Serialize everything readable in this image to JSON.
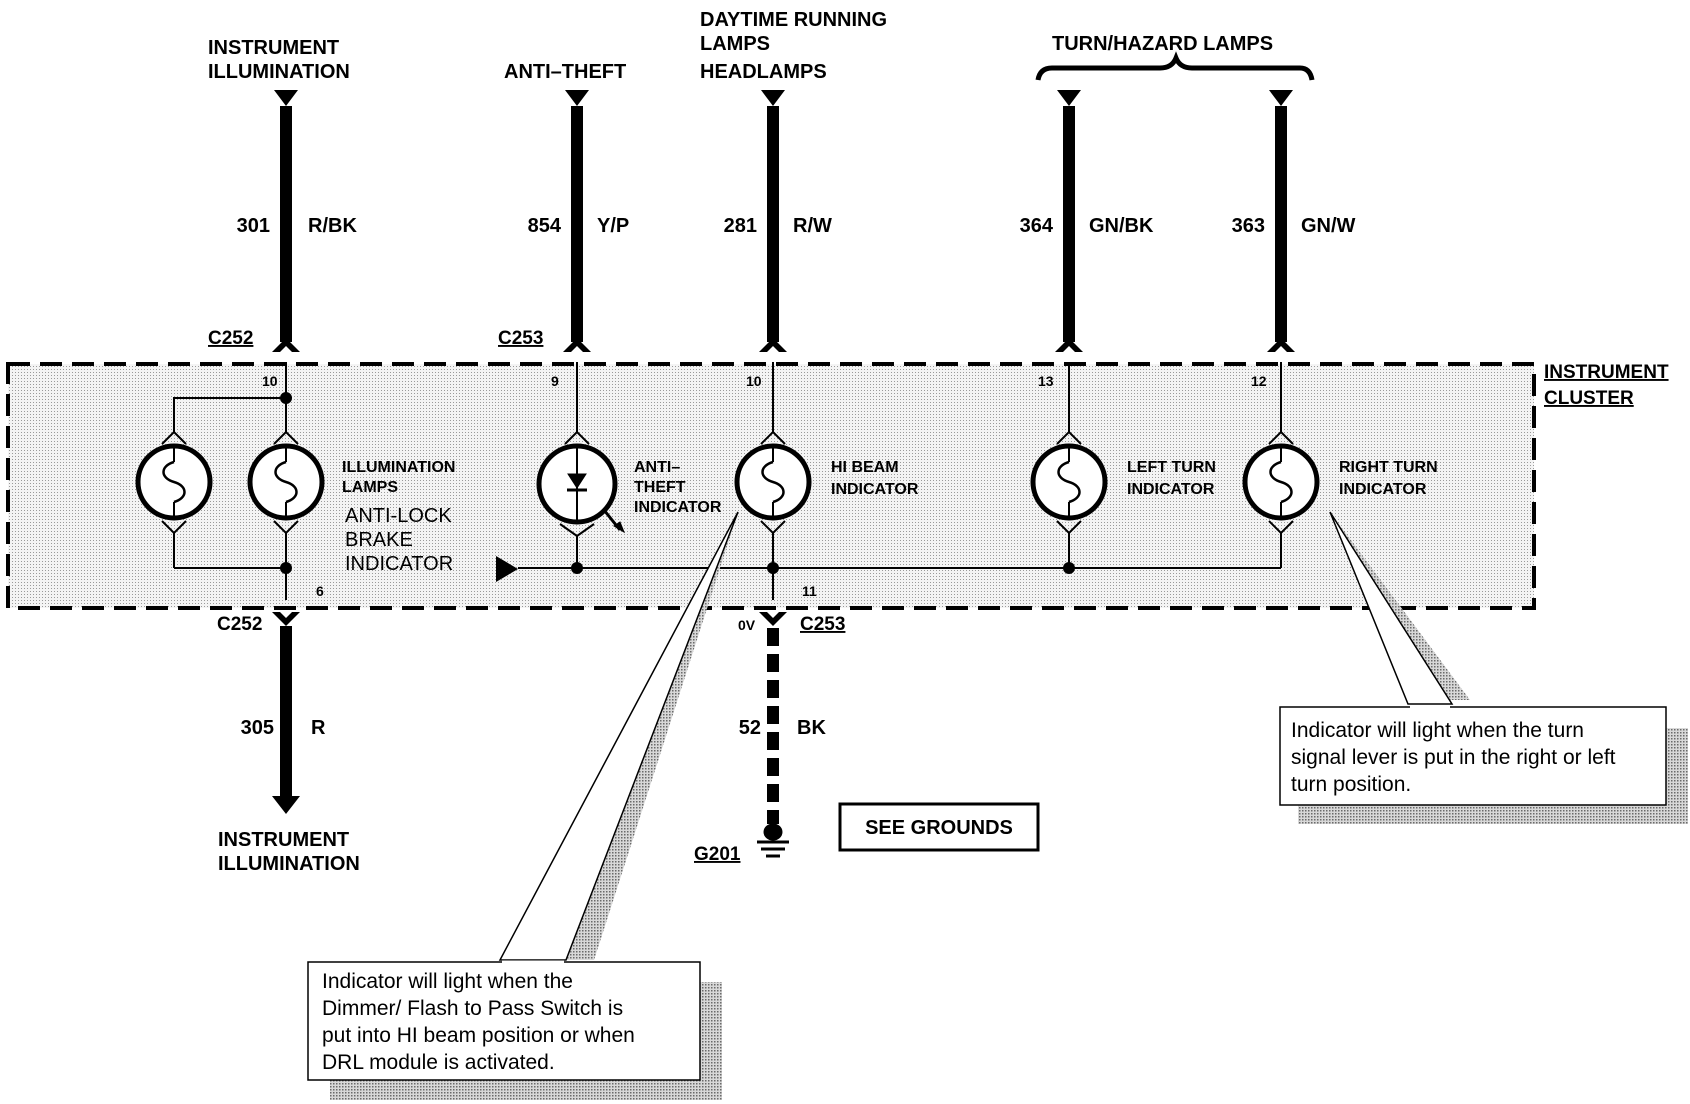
{
  "headers": {
    "instrument_illumination_top": [
      "INSTRUMENT",
      "ILLUMINATION"
    ],
    "anti_theft": "ANTI–THEFT",
    "daytime_running": [
      "DAYTIME RUNNING",
      "LAMPS",
      "HEADLAMPS"
    ],
    "turn_hazard": "TURN/HAZARD LAMPS",
    "instrument_illumination_bottom": [
      "INSTRUMENT",
      "ILLUMINATION"
    ]
  },
  "wires": [
    {
      "circuit": "301",
      "color": "R/BK"
    },
    {
      "circuit": "854",
      "color": "Y/P"
    },
    {
      "circuit": "281",
      "color": "R/W"
    },
    {
      "circuit": "364",
      "color": "GN/BK"
    },
    {
      "circuit": "363",
      "color": "GN/W"
    },
    {
      "circuit": "305",
      "color": "R"
    },
    {
      "circuit": "52",
      "color": "BK"
    }
  ],
  "connectors": {
    "c252_top": "C252",
    "c253_top": "C253",
    "c252_bottom": "C252",
    "c253_bottom": "C253",
    "g201": "G201"
  },
  "pins": {
    "p10_left": "10",
    "p9": "9",
    "p10_mid": "10",
    "p13": "13",
    "p12": "12",
    "p6": "6",
    "p11": "11",
    "zero_v": "0V"
  },
  "cluster": {
    "label": [
      "INSTRUMENT",
      "CLUSTER"
    ],
    "illumination_lamps": [
      "ILLUMINATION",
      "LAMPS"
    ],
    "anti_lock": [
      "ANTI-LOCK",
      "BRAKE",
      "INDICATOR"
    ],
    "anti_theft_indicator": [
      "ANTI–",
      "THEFT",
      "INDICATOR"
    ],
    "hi_beam_indicator": [
      "HI BEAM",
      "INDICATOR"
    ],
    "left_turn_indicator": [
      "LEFT TURN",
      "INDICATOR"
    ],
    "right_turn_indicator": [
      "RIGHT TURN",
      "INDICATOR"
    ]
  },
  "see_grounds": "SEE GROUNDS",
  "notes": {
    "right_turn": [
      "Indicator will light when the turn",
      "signal lever is put in the right or left",
      "turn position."
    ],
    "hi_beam": [
      "Indicator will light when the",
      "Dimmer/ Flash to Pass Switch is",
      "put into HI beam position or when",
      "DRL module is activated."
    ]
  }
}
